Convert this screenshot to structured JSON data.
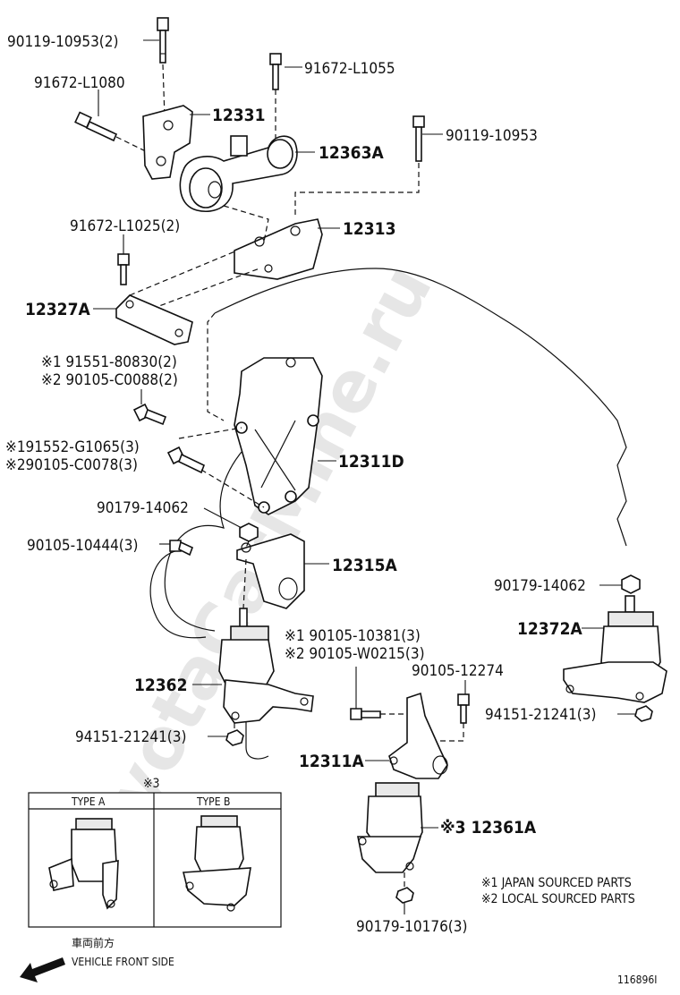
{
  "diagram": {
    "watermark": "ToyotaCarMine.ru",
    "figure_id": "116896I",
    "front_label_jp": "車両前方",
    "front_label": "VEHICLE FRONT SIDE",
    "legend": {
      "note1": "※1 JAPAN SOURCED PARTS",
      "note2": "※2 LOCAL SOURCED PARTS"
    },
    "type_box": {
      "marker": "※3",
      "type_a": "TYPE A",
      "type_b": "TYPE B"
    },
    "labels": {
      "p90119_10953_2": "90119-10953(2)",
      "p91672_L1080": "91672-L1080",
      "p12331": "12331",
      "p91672_L1055": "91672-L1055",
      "p12363A": "12363A",
      "p90119_10953": "90119-10953",
      "p91672_L1025_2": "91672-L1025(2)",
      "p12313": "12313",
      "p12327A": "12327A",
      "p91551_80830_2": "※1 91551-80830(2)",
      "p90105_C0088_2": "※2 90105-C0088(2)",
      "p91552_G1065_3": "※191552-G1065(3)",
      "p90105_C0078_3": "※290105-C0078(3)",
      "p12311D": "12311D",
      "p90179_14062_a": "90179-14062",
      "p90105_10444_3": "90105-10444(3)",
      "p12315A": "12315A",
      "p90179_14062_b": "90179-14062",
      "p12372A": "12372A",
      "p90105_10381_3": "※1 90105-10381(3)",
      "p90105_W0215_3": "※2 90105-W0215(3)",
      "p12362": "12362",
      "p90105_12274": "90105-12274",
      "p94151_21241_3_a": "94151-21241(3)",
      "p94151_21241_3_b": "94151-21241(3)",
      "p12311A": "12311A",
      "p12361A": "※3 12361A",
      "p90179_10176_3": "90179-10176(3)"
    }
  }
}
